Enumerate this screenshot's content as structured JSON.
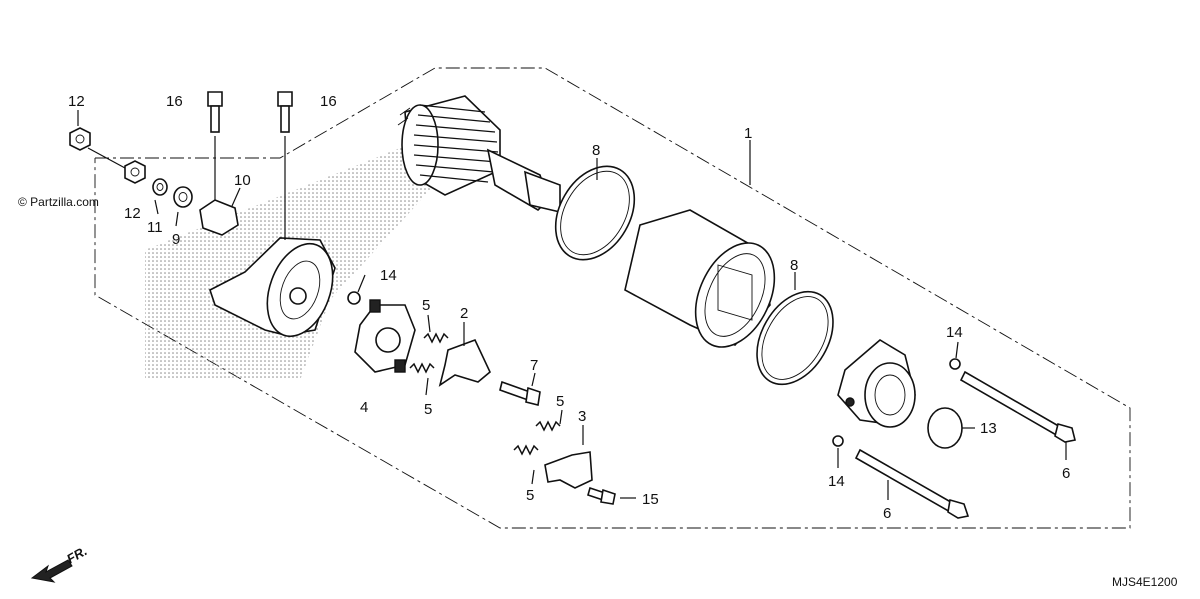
{
  "watermark": "© Partzilla.com",
  "diagram_code": "MJS4E1200",
  "direction_label": "FR.",
  "callouts": {
    "c1": "1",
    "c2": "2",
    "c3": "3",
    "c4": "4",
    "c5a": "5",
    "c5b": "5",
    "c5c": "5",
    "c5d": "5",
    "c6a": "6",
    "c6b": "6",
    "c7": "7",
    "c8a": "8",
    "c8b": "8",
    "c9": "9",
    "c10": "10",
    "c11": "11",
    "c12a": "12",
    "c12b": "12",
    "c13": "13",
    "c14a": "14",
    "c14b": "14",
    "c14c": "14",
    "c15": "15",
    "c16a": "16",
    "c16b": "16"
  }
}
